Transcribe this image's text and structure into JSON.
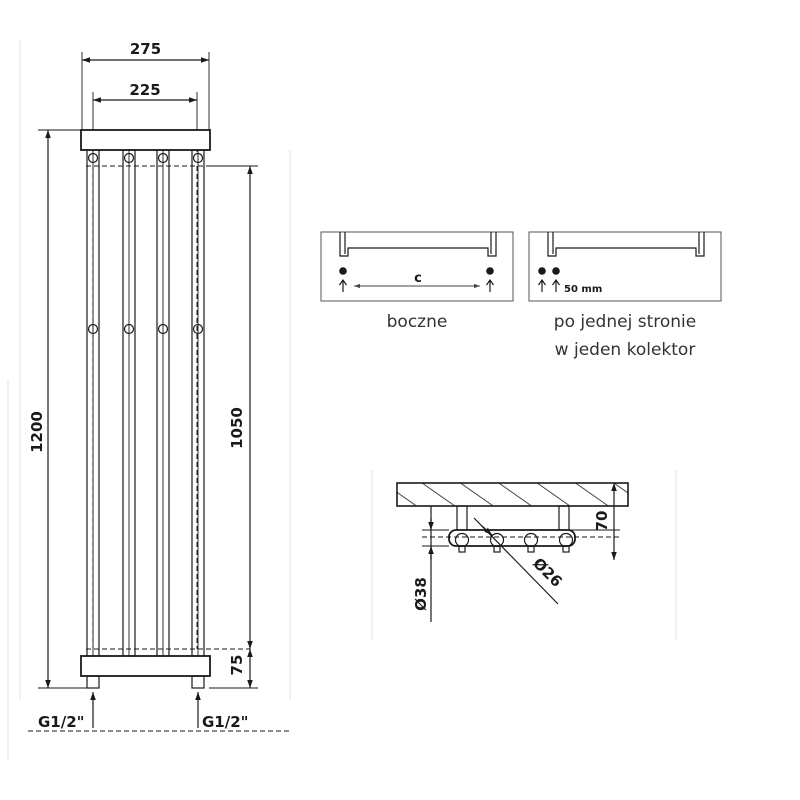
{
  "front_view": {
    "dim_width_total": "275",
    "dim_width_axis": "225",
    "dim_height_total": "1200",
    "dim_height_axis": "1050",
    "dim_bottom_offset": "75",
    "connection_left": "G1/2\"",
    "connection_right": "G1/2\""
  },
  "options": {
    "side": {
      "letter": "c",
      "caption": "boczne"
    },
    "one_side": {
      "spacing": "50 mm",
      "caption_line1": "po jednej stronie",
      "caption_line2": "w jeden kolektor"
    }
  },
  "section_view": {
    "dim_depth": "70",
    "dim_collector": "Ø38",
    "dim_tube": "Ø26"
  }
}
